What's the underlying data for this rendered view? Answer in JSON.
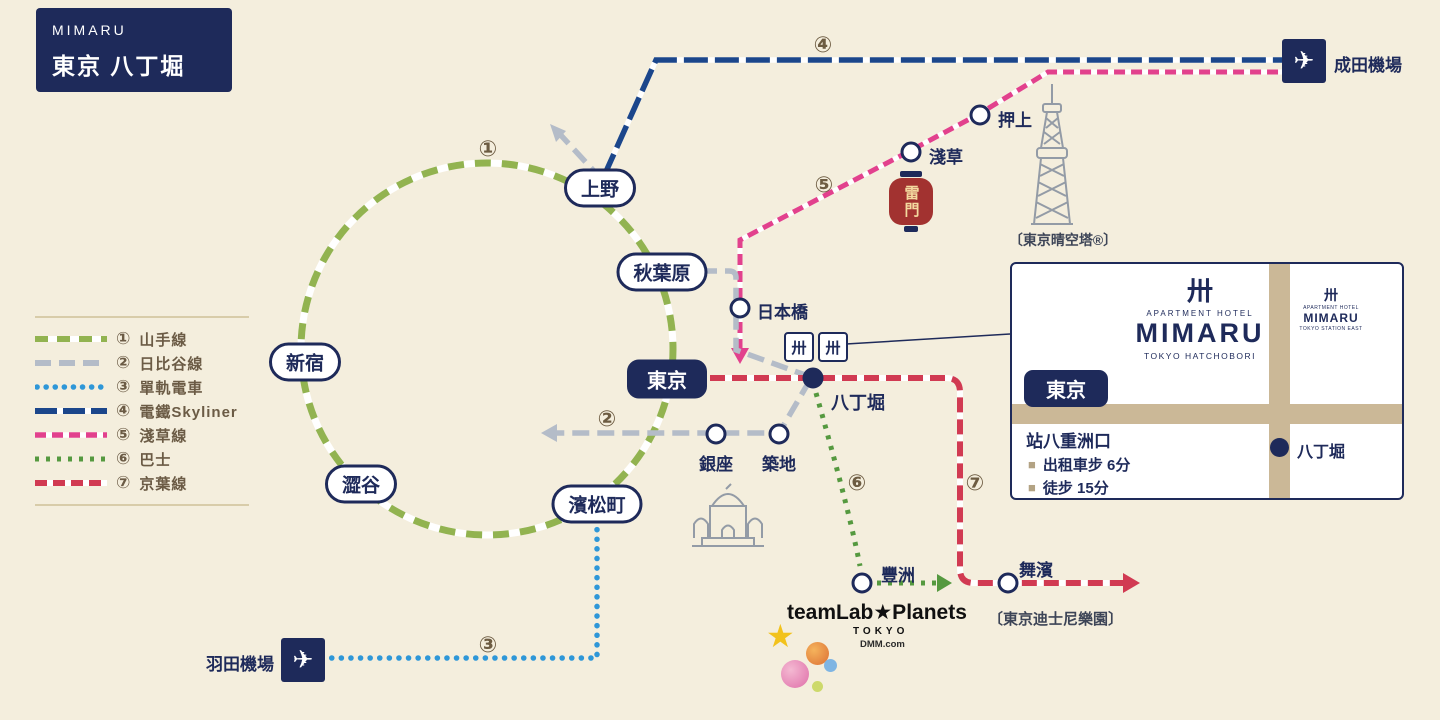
{
  "colors": {
    "background": "#f4eedd",
    "navy": "#1e2a5a",
    "yamanote_green": "#92b350",
    "hibiya_gray": "#b4bcc8",
    "monorail_blue": "#2e97d8",
    "skyliner_navy": "#1b468b",
    "asakusa_pink": "#e2418d",
    "bus_green": "#55993f",
    "keiyo_red": "#d13a52",
    "street_tan": "#cbb897",
    "marker_brown": "#6d5c42",
    "landmark_gray": "#939ba6",
    "lantern_red": "#a23230"
  },
  "icons": {
    "airplane": "✈",
    "star": "★",
    "bullet": "■"
  },
  "header": {
    "brand": "MIMARU",
    "location": "東京 八丁堀"
  },
  "legend": {
    "items": [
      {
        "num": "①",
        "label": "山手線"
      },
      {
        "num": "②",
        "label": "日比谷線"
      },
      {
        "num": "③",
        "label": "單軌電車"
      },
      {
        "num": "④",
        "label": "電鐵Skyliner"
      },
      {
        "num": "⑤",
        "label": "淺草線"
      },
      {
        "num": "⑥",
        "label": "巴士"
      },
      {
        "num": "⑦",
        "label": "京葉線"
      }
    ]
  },
  "stations": {
    "ueno": "上野",
    "akihabara": "秋葉原",
    "shinjuku": "新宿",
    "shibuya": "澀谷",
    "hamamatsucho": "濱松町",
    "tokyo": "東京",
    "nihombashi": "日本橋",
    "ginza": "銀座",
    "tsukiji": "築地",
    "hatchobori": "八丁堀",
    "asakusa": "淺草",
    "oshiage": "押上",
    "toyosu": "豐洲",
    "maihama": "舞濱"
  },
  "airports": {
    "narita": "成田機場",
    "haneda": "羽田機場"
  },
  "landmarks": {
    "kaminarimon": "雷門",
    "skytree_label": "〔東京晴空塔®〕",
    "disneyland_label": "〔東京迪士尼樂園〕",
    "teamlab": {
      "title": "teamLab★Planets",
      "subtitle": "TOKYO",
      "brand": "DMM.com"
    }
  },
  "hotel_mark": "卅",
  "panel": {
    "logo_main": {
      "line1": "APARTMENT HOTEL",
      "name": "MIMARU",
      "line2": "TOKYO HATCHOBORI"
    },
    "logo_small": {
      "line1": "APARTMENT HOTEL",
      "name": "MIMARU",
      "line2": "TOKYO STATION EAST"
    },
    "station_badge": "東京",
    "exit_label": "站八重洲口",
    "taxi_text": "出租車步 6分",
    "walk_text": "徒步 15分",
    "station_label": "八丁堀"
  }
}
